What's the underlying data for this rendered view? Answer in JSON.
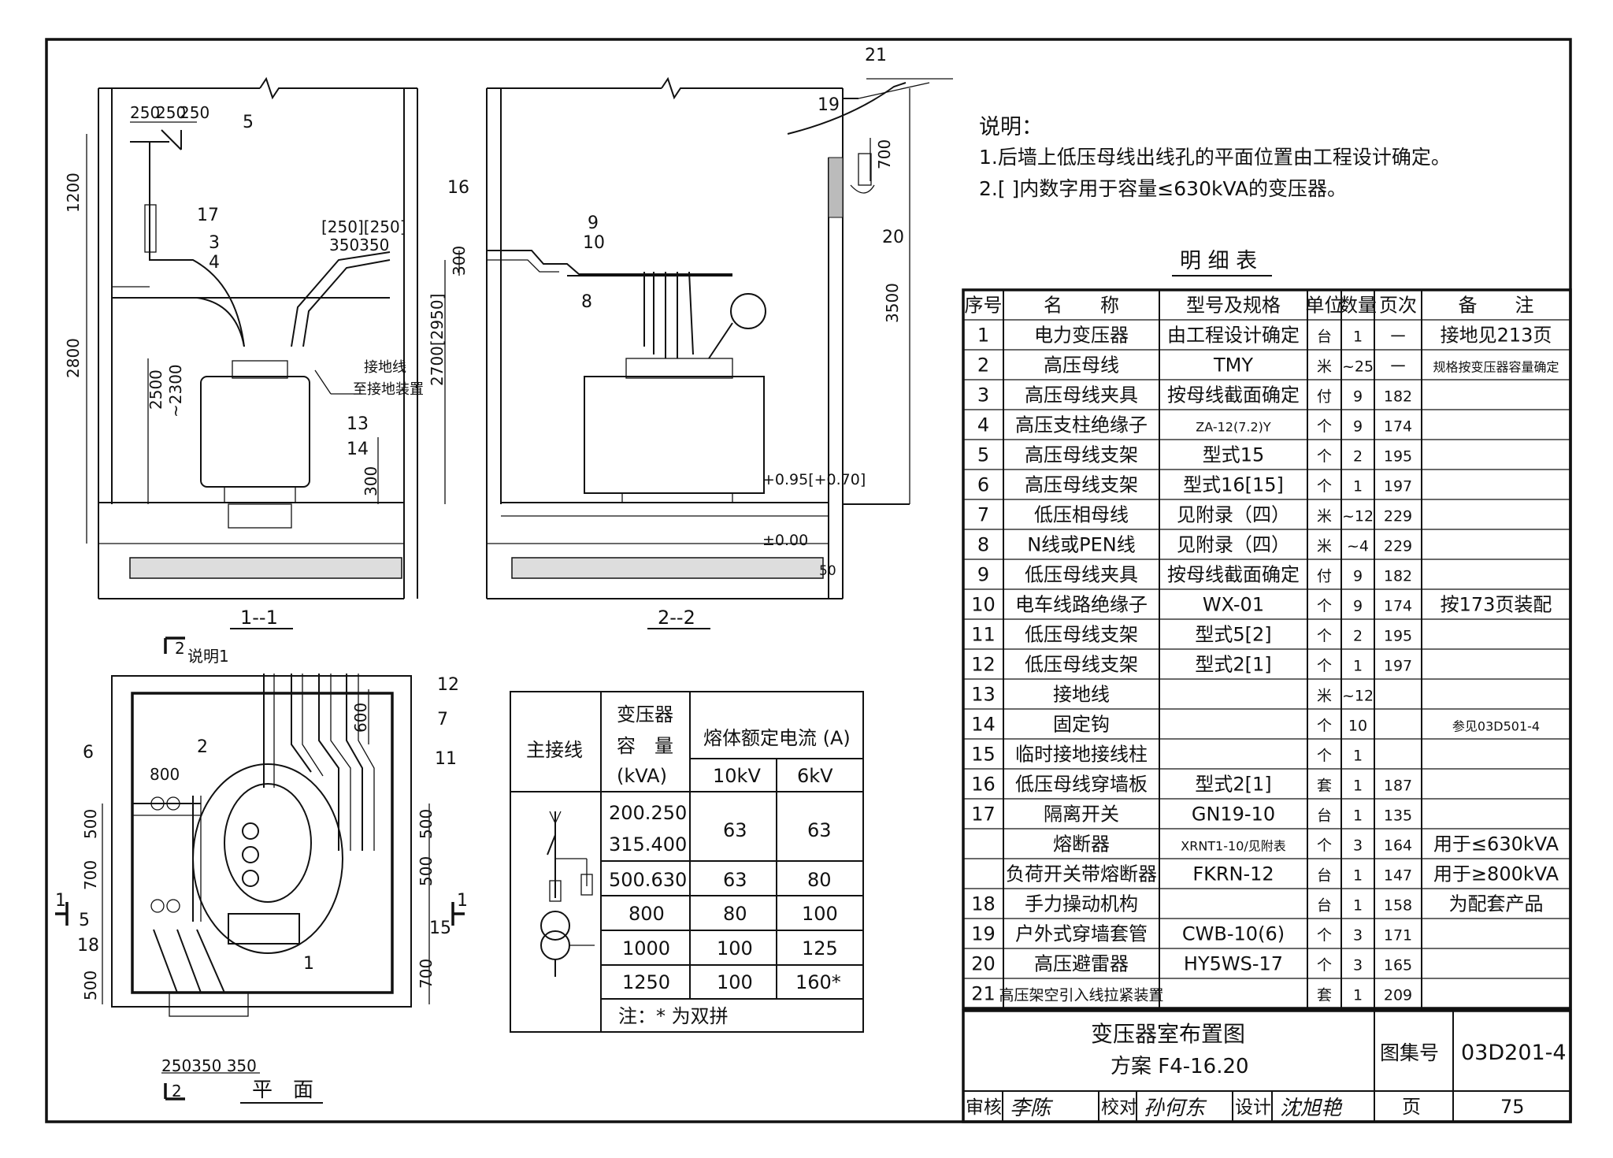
{
  "notes": {
    "heading": "说明：",
    "line1": "1.后墙上低压母线出线孔的平面位置由工程设计确定。",
    "line2": "2.[ ]内数字用于容量≤630kVA的变压器。"
  },
  "parts_table": {
    "title": "明 细 表",
    "headers": [
      "序号",
      "名　　称",
      "型号及规格",
      "单位",
      "数量",
      "页次",
      "备　　注"
    ],
    "rows": [
      {
        "no": "1",
        "name": "电力变压器",
        "spec": "由工程设计确定",
        "unit": "台",
        "qty": "1",
        "page": "一",
        "remark": "接地见213页"
      },
      {
        "no": "2",
        "name": "高压母线",
        "spec": "TMY",
        "unit": "米",
        "qty": "~25",
        "page": "一",
        "remark": "规格按变压器容量确定"
      },
      {
        "no": "3",
        "name": "高压母线夹具",
        "spec": "按母线截面确定",
        "unit": "付",
        "qty": "9",
        "page": "182",
        "remark": ""
      },
      {
        "no": "4",
        "name": "高压支柱绝缘子",
        "spec": "ZA-12(7.2)Y",
        "unit": "个",
        "qty": "9",
        "page": "174",
        "remark": ""
      },
      {
        "no": "5",
        "name": "高压母线支架",
        "spec": "型式15",
        "unit": "个",
        "qty": "2",
        "page": "195",
        "remark": ""
      },
      {
        "no": "6",
        "name": "高压母线支架",
        "spec": "型式16[15]",
        "unit": "个",
        "qty": "1",
        "page": "197",
        "remark": ""
      },
      {
        "no": "7",
        "name": "低压相母线",
        "spec": "见附录（四）",
        "unit": "米",
        "qty": "~12",
        "page": "229",
        "remark": ""
      },
      {
        "no": "8",
        "name": "N线或PEN线",
        "spec": "见附录（四）",
        "unit": "米",
        "qty": "~4",
        "page": "229",
        "remark": ""
      },
      {
        "no": "9",
        "name": "低压母线夹具",
        "spec": "按母线截面确定",
        "unit": "付",
        "qty": "9",
        "page": "182",
        "remark": ""
      },
      {
        "no": "10",
        "name": "电车线路绝缘子",
        "spec": "WX-01",
        "unit": "个",
        "qty": "9",
        "page": "174",
        "remark": "按173页装配"
      },
      {
        "no": "11",
        "name": "低压母线支架",
        "spec": "型式5[2]",
        "unit": "个",
        "qty": "2",
        "page": "195",
        "remark": ""
      },
      {
        "no": "12",
        "name": "低压母线支架",
        "spec": "型式2[1]",
        "unit": "个",
        "qty": "1",
        "page": "197",
        "remark": ""
      },
      {
        "no": "13",
        "name": "接地线",
        "spec": "",
        "unit": "米",
        "qty": "~12",
        "page": "",
        "remark": ""
      },
      {
        "no": "14",
        "name": "固定钩",
        "spec": "",
        "unit": "个",
        "qty": "10",
        "page": "",
        "remark": "参见03D501-4"
      },
      {
        "no": "15",
        "name": "临时接地接线柱",
        "spec": "",
        "unit": "个",
        "qty": "1",
        "page": "",
        "remark": ""
      },
      {
        "no": "16",
        "name": "低压母线穿墙板",
        "spec": "型式2[1]",
        "unit": "套",
        "qty": "1",
        "page": "187",
        "remark": ""
      },
      {
        "no": "17",
        "name": "隔离开关",
        "spec": "GN19-10",
        "unit": "台",
        "qty": "1",
        "page": "135",
        "remark": ""
      },
      {
        "no": "",
        "name": "熔断器",
        "spec": "XRNT1-10/见附表",
        "unit": "个",
        "qty": "3",
        "page": "164",
        "remark": "用于≤630kVA"
      },
      {
        "no": "",
        "name": "负荷开关带熔断器",
        "spec": "FKRN-12",
        "unit": "台",
        "qty": "1",
        "page": "147",
        "remark": "用于≥800kVA"
      },
      {
        "no": "18",
        "name": "手力操动机构",
        "spec": "",
        "unit": "台",
        "qty": "1",
        "page": "158",
        "remark": "为配套产品"
      },
      {
        "no": "19",
        "name": "户外式穿墙套管",
        "spec": "CWB-10(6)",
        "unit": "个",
        "qty": "3",
        "page": "171",
        "remark": ""
      },
      {
        "no": "20",
        "name": "高压避雷器",
        "spec": "HY5WS-17",
        "unit": "个",
        "qty": "3",
        "page": "165",
        "remark": ""
      },
      {
        "no": "21",
        "name": "高压架空引入线拉紧装置",
        "spec": "",
        "unit": "套",
        "qty": "1",
        "page": "209",
        "remark": ""
      }
    ]
  },
  "fuse_table": {
    "h_main": "主接线",
    "h_cap1": "变压器",
    "h_cap2": "容　量",
    "h_cap3": "(kVA)",
    "h_fuse": "熔体额定电流 (A)",
    "h_10kv": "10kV",
    "h_6kv": "6kV",
    "r1a": "200.250",
    "r1b": "315.400",
    "r1_10": "63",
    "r1_6": "63",
    "r2": "500.630",
    "r2_10": "63",
    "r2_6": "80",
    "r3": "800",
    "r3_10": "80",
    "r3_6": "100",
    "r4": "1000",
    "r4_10": "100",
    "r4_6": "125",
    "r5": "1250",
    "r5_10": "100",
    "r5_6": "160*",
    "note": "注：* 为双拼"
  },
  "title_block": {
    "title": "变压器室布置图",
    "subtitle": "方案 F4-16.20",
    "atlas_label": "图集号",
    "atlas_no": "03D201-4",
    "reviewer_label": "审核",
    "reviewer_sig": "李陈",
    "checker_label": "校对",
    "checker_sig": "孙何东",
    "designer_label": "设计",
    "designer_sig": "沈旭艳",
    "page_label": "页",
    "page_no": "75"
  },
  "views": {
    "section1": "1--1",
    "section2": "2--2",
    "plan": "平　面"
  },
  "section1_labels": {
    "d250a": "250",
    "d250b": "250",
    "d250c": "250",
    "d1200": "1200",
    "d2800": "2800",
    "d2500": "2500",
    "d2300": "~2300",
    "d300": "300",
    "d2700": "2700[2950]",
    "d250br": "[250][250]",
    "d350": "350350",
    "ground_label1": "接地线",
    "ground_label2": "至接地装置",
    "n5": "5",
    "n17": "17",
    "n3": "3",
    "n4": "4",
    "n13": "13",
    "n14": "14"
  },
  "section2_labels": {
    "n16": "16",
    "n9": "9",
    "n10": "10",
    "n8": "8",
    "n19": "19",
    "n20": "20",
    "n21": "21",
    "d300": "300",
    "d700": "700",
    "d3500": "3500",
    "elev095": "+0.95[+0.70]",
    "elev000": "±0.00",
    "d50": "50"
  },
  "plan_labels": {
    "note1": "说明1",
    "n12a": "12",
    "n12": "12",
    "n7": "7",
    "n11": "11",
    "n6": "6",
    "n2": "2",
    "n5": "5",
    "n18": "18",
    "n15": "15",
    "n1": "1",
    "sec1l": "1",
    "sec1r": "1",
    "sec2b": "2",
    "d800": "800",
    "d500a": "500",
    "d700a": "700",
    "d500b": "500",
    "d600": "600",
    "d500r": "500",
    "d500r2": "500",
    "d700r": "700",
    "dbot": "250350 350"
  }
}
